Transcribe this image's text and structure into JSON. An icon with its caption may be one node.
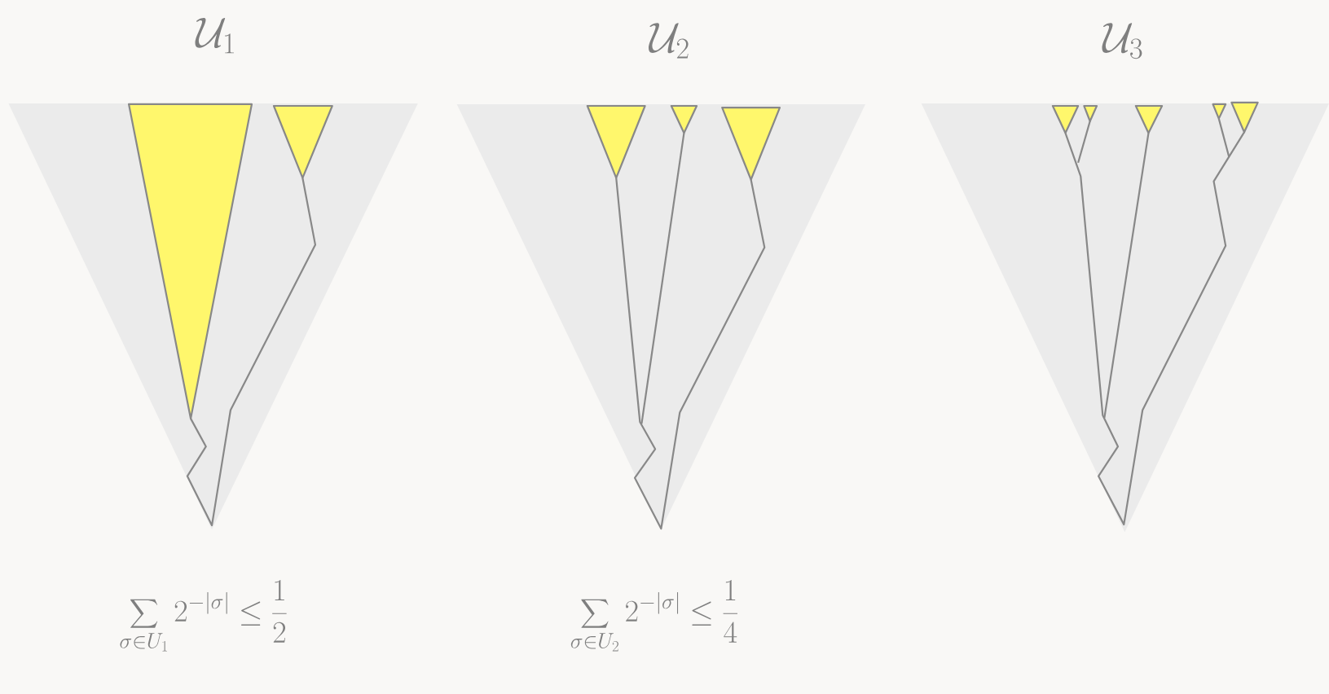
{
  "diagram": {
    "labels": [
      "\\mathcal{U}_1",
      "\\mathcal{U}_2",
      "\\mathcal{U}_3",
      "\\sum_{\\sigma\\in U_1} 2^{-|\\sigma|} \\leq \\frac{1}{2}",
      "\\sum_{\\sigma\\in U_2} 2^{-|\\sigma|} \\leq \\frac{1}{4}"
    ]
  }
}
